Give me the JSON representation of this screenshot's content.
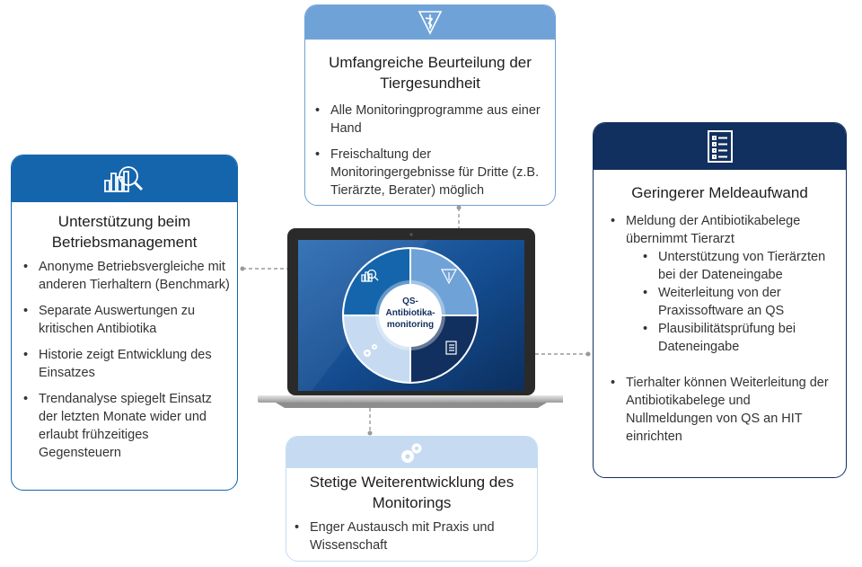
{
  "cards": {
    "left": {
      "icon": "magnifier-chart-icon",
      "title": "Unterstützung beim Betriebsmanagement",
      "bullets": [
        "Anonyme Betriebsvergleiche mit anderen Tierhaltern (Benchmark)",
        "Separate Auswertungen zu kritischen Antibiotika",
        "Historie zeigt Entwicklung des Einsatzes",
        "Trendanalyse spiegelt Einsatz der letzten Monate wider und erlaubt frühzeitiges Gegensteuern"
      ]
    },
    "top": {
      "icon": "caduceus-icon",
      "title": "Umfangreiche Beurteilung der Tiergesundheit",
      "bullets": [
        "Alle Monitoringprogramme aus einer Hand",
        "Freischaltung der Monitoringergebnisse für Dritte (z.B. Tierärzte, Berater) möglich"
      ]
    },
    "right": {
      "icon": "checklist-icon",
      "title": "Geringerer Meldeaufwand",
      "bullets": [
        "Meldung der Antibiotikabelege übernimmt Tierarzt",
        "Unterstützung von Tierärzten bei der Dateneingabe",
        "Weiterleitung von der Praxissoftware an QS",
        "Plausibilitätsprüfung bei Dateneingabe",
        "Tierhalter können Weiterleitung der Antibiotikabelege und Nullmeldungen von QS an HIT einrichten"
      ]
    },
    "bottom": {
      "icon": "gears-icon",
      "title": "Stetige Weiterentwicklung des Monitorings",
      "bullets": [
        "Enger Austausch mit Praxis und Wissenschaft"
      ]
    }
  },
  "center": {
    "label_line1": "QS-",
    "label_line2": "Antibiotika-",
    "label_line3": "monitoring"
  },
  "colors": {
    "dark_blue": "#12305f",
    "mid_blue": "#1565ad",
    "light_blue": "#6fa3d8",
    "pale_blue": "#c6dbf1",
    "connector_gray": "#9a9a9a"
  }
}
